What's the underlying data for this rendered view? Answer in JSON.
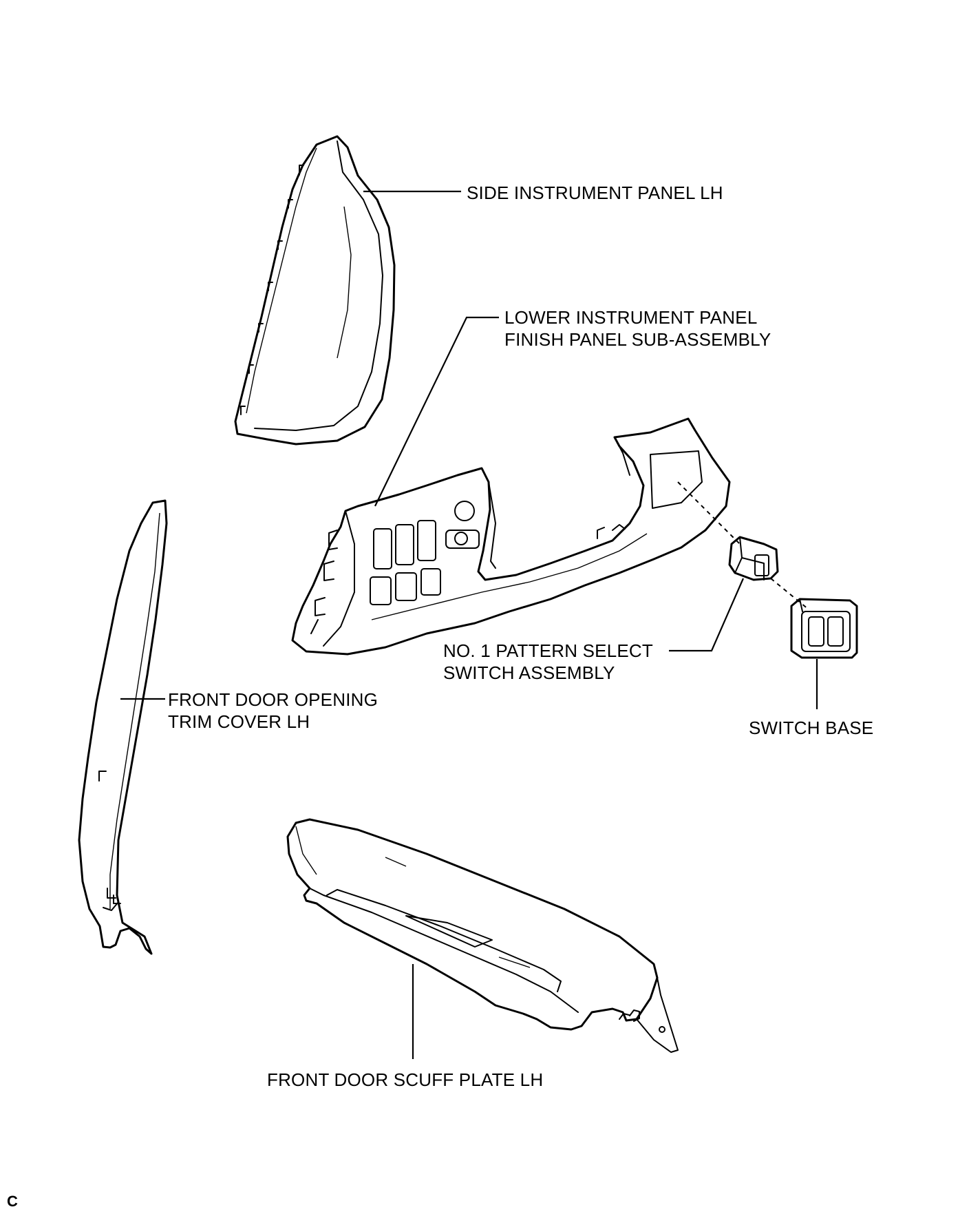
{
  "labels": {
    "side_instrument_panel": "SIDE INSTRUMENT PANEL LH",
    "lower_panel_line1": "LOWER INSTRUMENT PANEL",
    "lower_panel_line2": "FINISH PANEL SUB-ASSEMBLY",
    "pattern_switch_line1": "NO. 1 PATTERN SELECT",
    "pattern_switch_line2": "SWITCH ASSEMBLY",
    "switch_base": "SWITCH BASE",
    "door_trim_line1": "FRONT DOOR OPENING",
    "door_trim_line2": "TRIM COVER LH",
    "scuff_plate": "FRONT DOOR SCUFF PLATE LH"
  },
  "corner_code": "C"
}
